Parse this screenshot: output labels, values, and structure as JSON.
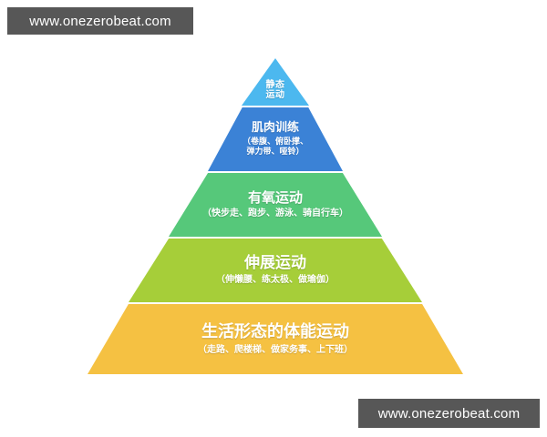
{
  "background_color": "#ffffff",
  "watermarks": {
    "top_left": "www.onezerobeat.com",
    "bottom_right": "www.onezerobeat.com",
    "box_color": "#575757",
    "text_color": "#ffffff"
  },
  "diagram": {
    "type": "pyramid",
    "orientation": "apex-top",
    "tier_count": 5,
    "tiers": [
      {
        "level": 1,
        "position": "apex",
        "title": "静态",
        "title_line2": "运动",
        "title_full": "静态运动",
        "subtitle": "",
        "color": "#4cb8ef",
        "text_color": "#ffffff"
      },
      {
        "level": 2,
        "position": "upper",
        "title": "肌肉训练",
        "subtitle_line1": "（卷腹、俯卧撑、",
        "subtitle_line2": "弹力带、哑铃）",
        "subtitle_full": "（卷腹、俯卧撑、弹力带、哑铃）",
        "color": "#3b82d6",
        "text_color": "#ffffff"
      },
      {
        "level": 3,
        "position": "middle",
        "title": "有氧运动",
        "subtitle": "（快步走、跑步、游泳、骑自行车）",
        "color": "#56c87a",
        "text_color": "#ffffff"
      },
      {
        "level": 4,
        "position": "lower",
        "title": "伸展运动",
        "subtitle": "（伸懒腰、练太极、做瑜伽）",
        "color": "#a6ce39",
        "text_color": "#ffffff"
      },
      {
        "level": 5,
        "position": "base",
        "title": "生活形态的体能运动",
        "subtitle": "（走路、爬楼梯、做家务事、上下班）",
        "color": "#f5c142",
        "text_color": "#ffffff"
      }
    ]
  }
}
